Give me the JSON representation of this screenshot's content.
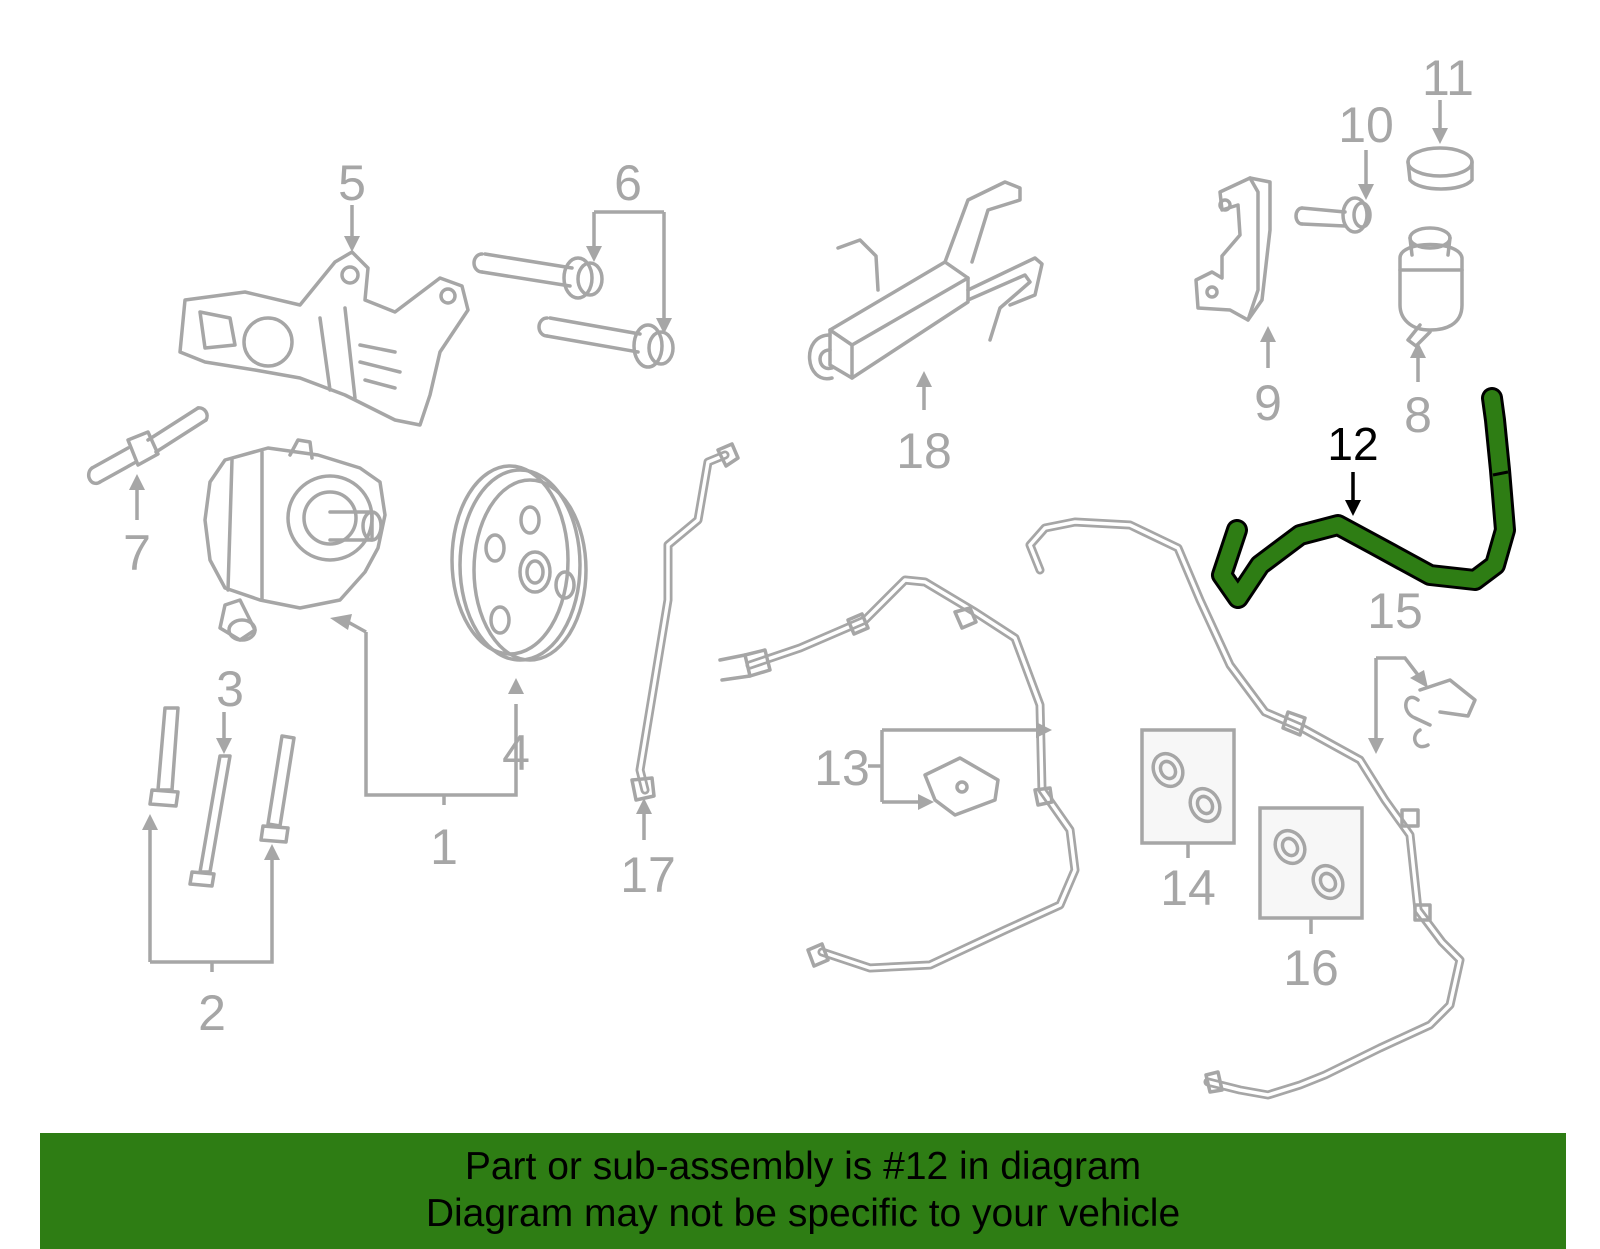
{
  "callouts": {
    "c1": "1",
    "c2": "2",
    "c3": "3",
    "c4": "4",
    "c5": "5",
    "c6": "6",
    "c7": "7",
    "c8": "8",
    "c9": "9",
    "c10": "10",
    "c11": "11",
    "c12": "12",
    "c13": "13",
    "c14": "14",
    "c15": "15",
    "c16": "16",
    "c17": "17",
    "c18": "18"
  },
  "highlight": {
    "part": "12",
    "color": "#2e7d14",
    "outline": "#000000"
  },
  "colors": {
    "line": "#a6a6a6",
    "banner": "#2e7d14"
  },
  "banner": {
    "line1": "Part or sub-assembly is #12 in diagram",
    "line2": "Diagram may not be specific to your vehicle"
  }
}
